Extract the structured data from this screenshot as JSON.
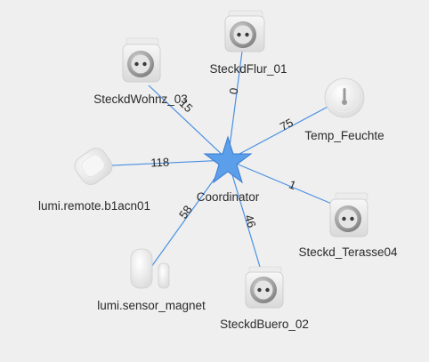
{
  "coordinator": {
    "label": "Coordinator",
    "color": "#5b9ee9"
  },
  "edge_color": "#4a90e2",
  "devices": [
    {
      "id": "steckd-flur",
      "label": "SteckdFlur_01",
      "icon": "smart-plug-icon",
      "link_quality": "0"
    },
    {
      "id": "steckd-wohnz",
      "label": "SteckdWohnz_03",
      "icon": "smart-plug-icon",
      "link_quality": "15"
    },
    {
      "id": "temp-feuchte",
      "label": "Temp_Feuchte",
      "icon": "temperature-sensor-icon",
      "link_quality": "75"
    },
    {
      "id": "lumi-remote",
      "label": "lumi.remote.b1acn01",
      "icon": "wireless-button-icon",
      "link_quality": "118"
    },
    {
      "id": "steckd-terasse",
      "label": "Steckd_Terasse04",
      "icon": "smart-plug-icon",
      "link_quality": "1"
    },
    {
      "id": "lumi-sensor-magnet",
      "label": "lumi.sensor_magnet",
      "icon": "door-sensor-icon",
      "link_quality": "58"
    },
    {
      "id": "steckd-buero",
      "label": "SteckdBuero_02",
      "icon": "smart-plug-icon",
      "link_quality": "46"
    }
  ]
}
